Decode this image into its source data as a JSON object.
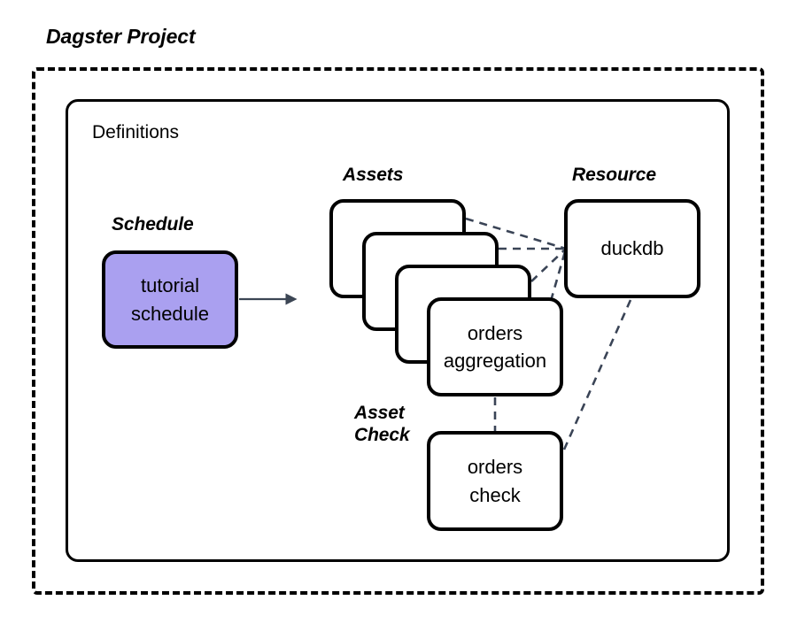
{
  "diagram": {
    "title": "Dagster Project",
    "container": {
      "label": "Definitions"
    },
    "groups": {
      "schedule_label": "Schedule",
      "assets_label": "Assets",
      "resource_label": "Resource",
      "asset_check_label": "Asset\nCheck"
    },
    "nodes": {
      "schedule": "tutorial\nschedule",
      "asset_front": "orders\naggregation",
      "asset_stack_empty_1": "",
      "asset_stack_empty_2": "",
      "asset_stack_empty_3": "",
      "resource": "duckdb",
      "asset_check": "orders\ncheck"
    },
    "colors": {
      "schedule_fill": "#aaa0f0",
      "node_stroke": "#000000",
      "arrow": "#3c4654",
      "dashed_connector": "#3a4456",
      "boundary": "#000000",
      "background": "#ffffff"
    },
    "edges": [
      {
        "name": "schedule-to-assets",
        "from": "tutorial schedule",
        "to": "assets",
        "style": "solid-arrow"
      },
      {
        "name": "asset1-to-duckdb",
        "from": "asset card 1",
        "to": "duckdb",
        "style": "dashed"
      },
      {
        "name": "asset2-to-duckdb",
        "from": "asset card 2",
        "to": "duckdb",
        "style": "dashed"
      },
      {
        "name": "asset3-to-duckdb",
        "from": "asset card 3",
        "to": "duckdb",
        "style": "dashed"
      },
      {
        "name": "asset4-to-duckdb",
        "from": "orders aggregation",
        "to": "duckdb",
        "style": "dashed"
      },
      {
        "name": "orders-aggregation-to-orders-check",
        "from": "orders aggregation",
        "to": "orders check",
        "style": "dashed"
      },
      {
        "name": "duckdb-to-orders-check",
        "from": "duckdb",
        "to": "orders check",
        "style": "dashed"
      }
    ]
  }
}
